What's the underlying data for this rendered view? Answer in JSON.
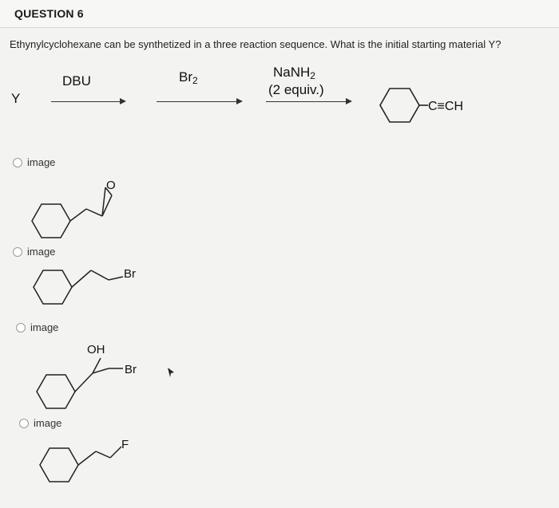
{
  "question": {
    "title": "QUESTION 6",
    "text": "Ethynylcyclohexane can be synthetized in a three reaction sequence. What is the initial starting material Y?"
  },
  "scheme": {
    "start": "Y",
    "step1_reagent": "DBU",
    "step2_reagent_main": "Br",
    "step2_reagent_sub": "2",
    "step3_line1_main": "NaNH",
    "step3_line1_sub": "2",
    "step3_line2": "(2 equiv.)",
    "product_label": "C≡CH"
  },
  "options": [
    {
      "label": "image",
      "atoms": [
        "O"
      ]
    },
    {
      "label": "image",
      "atoms": [
        "Br"
      ]
    },
    {
      "label": "image",
      "atoms": [
        "OH",
        "Br"
      ]
    },
    {
      "label": "image",
      "atoms": [
        "F"
      ]
    }
  ]
}
